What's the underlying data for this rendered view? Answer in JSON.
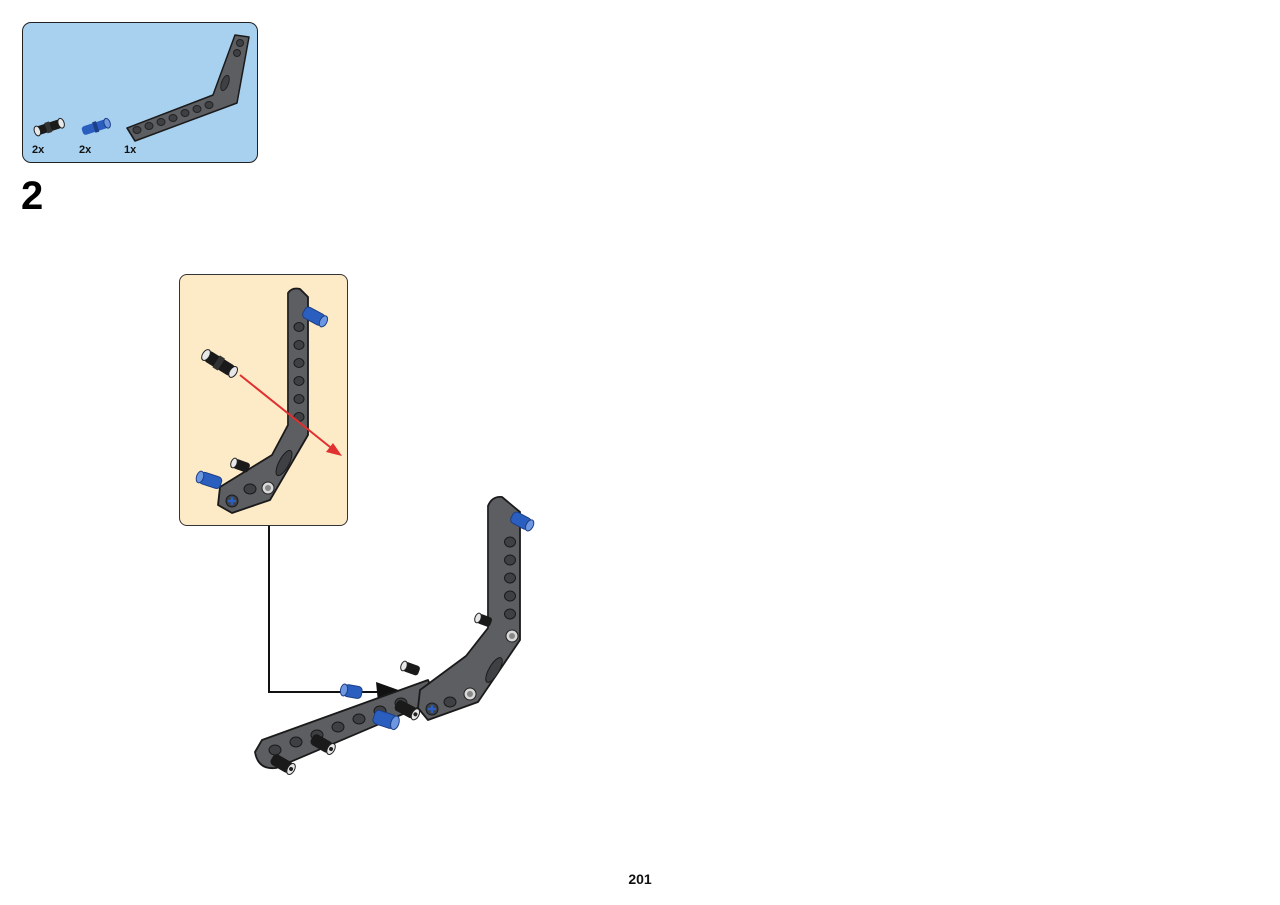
{
  "parts_list": {
    "items": [
      {
        "icon": "black-friction-pin-icon",
        "quantity": "2x"
      },
      {
        "icon": "blue-axle-pin-icon",
        "quantity": "2x"
      },
      {
        "icon": "bent-beam-icon",
        "quantity": "1x"
      }
    ]
  },
  "step": {
    "number": "2"
  },
  "page": {
    "number": "201"
  },
  "colors": {
    "parts_panel_bg": "#a8d0ef",
    "callout_bg": "#fdeac6",
    "beam_gray": "#5c5e62",
    "pin_blue": "#1f4fa8",
    "arrow_red": "#e03030"
  }
}
